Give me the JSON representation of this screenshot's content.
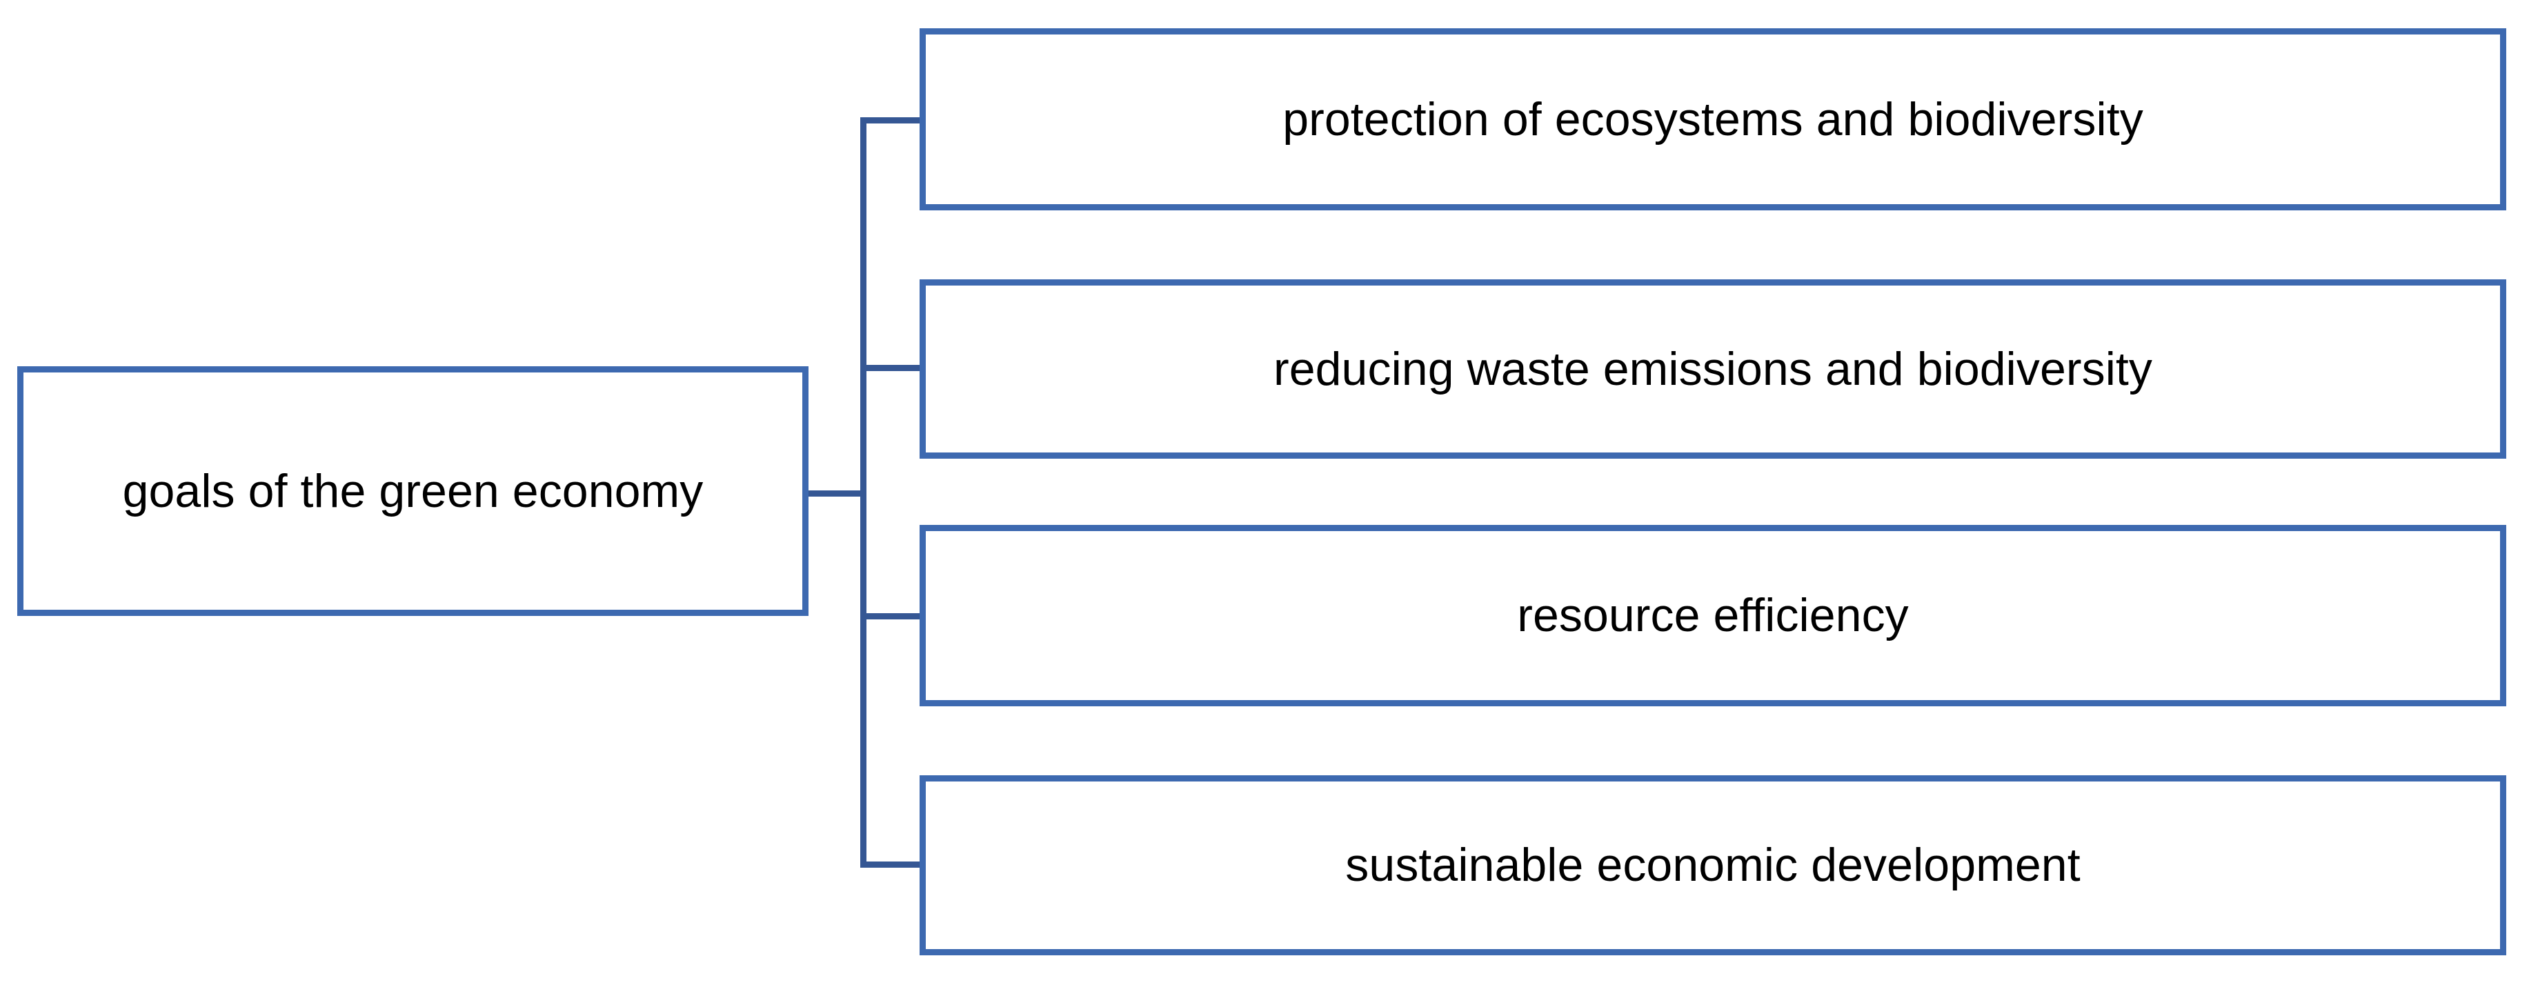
{
  "diagram": {
    "type": "hierarchy-tree",
    "orientation": "left-to-right",
    "title": "goals of the green economy",
    "colors": {
      "box_border": "#3D69B0",
      "connector_line": "#355794",
      "box_fill": "#FFFFFF",
      "text": "#000000",
      "background": "#FFFFFF"
    },
    "root": {
      "label": "goals of the green economy"
    },
    "children": [
      {
        "label": "protection of ecosystems and biodiversity"
      },
      {
        "label": "reducing waste emissions and biodiversity"
      },
      {
        "label": "resource efficiency"
      },
      {
        "label": "sustainable economic development"
      }
    ]
  }
}
